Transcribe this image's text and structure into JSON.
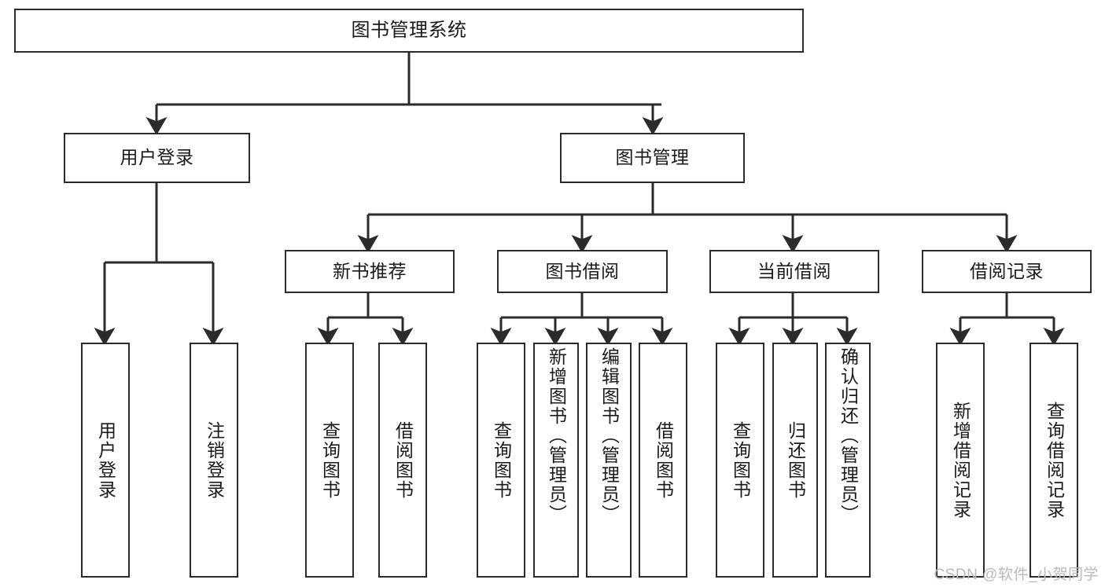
{
  "diagram": {
    "title": "图书管理系统",
    "type": "hierarchy-tree",
    "root": {
      "label": "图书管理系统"
    },
    "level2": [
      {
        "label": "用户登录"
      },
      {
        "label": "图书管理"
      }
    ],
    "level3": [
      {
        "label": "新书推荐"
      },
      {
        "label": "图书借阅"
      },
      {
        "label": "当前借阅"
      },
      {
        "label": "借阅记录"
      }
    ],
    "leaves": {
      "user_login": [
        {
          "label": "用户登录"
        },
        {
          "label": "注销登录"
        }
      ],
      "new_book_rec": [
        {
          "label": "查询图书"
        },
        {
          "label": "借阅图书"
        }
      ],
      "book_borrow": [
        {
          "label": "查询图书"
        },
        {
          "label": "新增图书（管理员）"
        },
        {
          "label": "编辑图书（管理员）"
        },
        {
          "label": "借阅图书"
        }
      ],
      "current_borrow": [
        {
          "label": "查询图书"
        },
        {
          "label": "归还图书"
        },
        {
          "label": "确认归还（管理员）"
        }
      ],
      "borrow_record": [
        {
          "label": "新增借阅记录"
        },
        {
          "label": "查询借阅记录"
        }
      ]
    }
  },
  "watermark": {
    "text": "CSDN @软件_小贺同学"
  },
  "colors": {
    "border": "#2b2b2b",
    "background": "#ffffff",
    "text": "#1a1a1a",
    "watermark": "#b9b9b9"
  }
}
